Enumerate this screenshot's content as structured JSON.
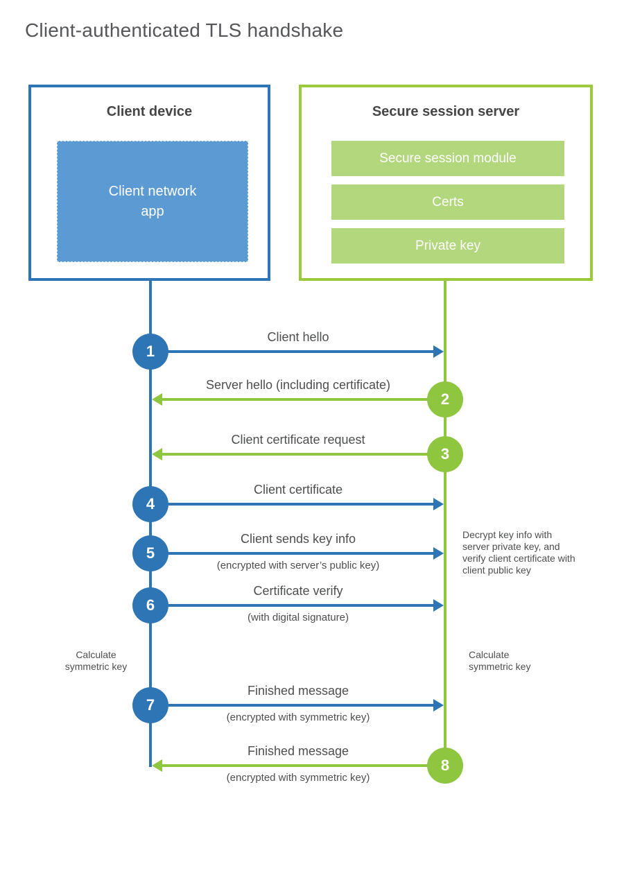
{
  "title": "Client-authenticated TLS handshake",
  "client_box": {
    "title": "Client device",
    "app": "Client network app"
  },
  "server_box": {
    "title": "Secure session server",
    "modules": [
      "Secure session module",
      "Certs",
      "Private key"
    ]
  },
  "steps": [
    {
      "num": "1",
      "actor": "client",
      "label": "Client hello",
      "sub": ""
    },
    {
      "num": "2",
      "actor": "server",
      "label": "Server hello (including certificate)",
      "sub": ""
    },
    {
      "num": "3",
      "actor": "server",
      "label": "Client certificate request",
      "sub": ""
    },
    {
      "num": "4",
      "actor": "client",
      "label": "Client certificate",
      "sub": ""
    },
    {
      "num": "5",
      "actor": "client",
      "label": "Client sends key info",
      "sub": "(encrypted with server’s public key)"
    },
    {
      "num": "6",
      "actor": "client",
      "label": "Certificate verify",
      "sub": "(with digital signature)"
    },
    {
      "num": "7",
      "actor": "client",
      "label": "Finished message",
      "sub": "(encrypted with symmetric key)"
    },
    {
      "num": "8",
      "actor": "server",
      "label": "Finished message",
      "sub": "(encrypted with symmetric key)"
    }
  ],
  "annotations": {
    "decrypt_note": "Decrypt key info with server private key, and verify client certificate with client public key",
    "calculate_left": "Calculate symmetric key",
    "calculate_right": "Calculate symmetric key"
  },
  "colors": {
    "blue": "#2e75b6",
    "blue_fill": "#5b9ad3",
    "green": "#8fc63f",
    "green_border": "#9aca3c",
    "green_fill": "#b2d77c",
    "heading_text": "#464648",
    "label_text": "#4d4e50",
    "title_text": "#55565a"
  }
}
